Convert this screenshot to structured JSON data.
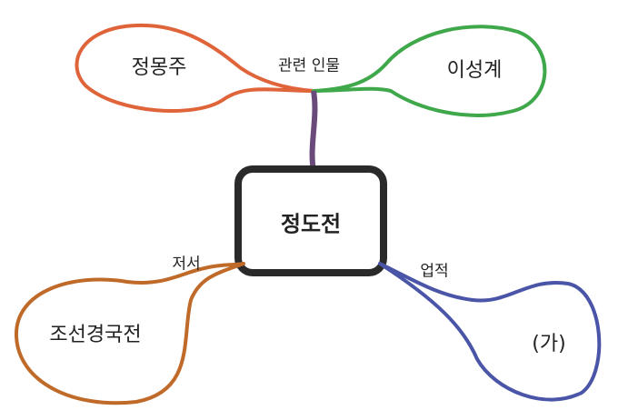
{
  "center": {
    "label": "정도전",
    "color": "#2a2a2a"
  },
  "branches": [
    {
      "edge_label": "관련 인물",
      "nodes": [
        {
          "label": "정몽주",
          "color": "#e0643a"
        },
        {
          "label": "이성계",
          "color": "#3fa84a"
        }
      ],
      "stem_color": "#6a4a7a"
    },
    {
      "edge_label": "저서",
      "nodes": [
        {
          "label": "조선경국전",
          "color": "#c06a2a"
        }
      ]
    },
    {
      "edge_label": "업적",
      "nodes": [
        {
          "label": "(가)",
          "color": "#4a55a8"
        }
      ]
    }
  ]
}
